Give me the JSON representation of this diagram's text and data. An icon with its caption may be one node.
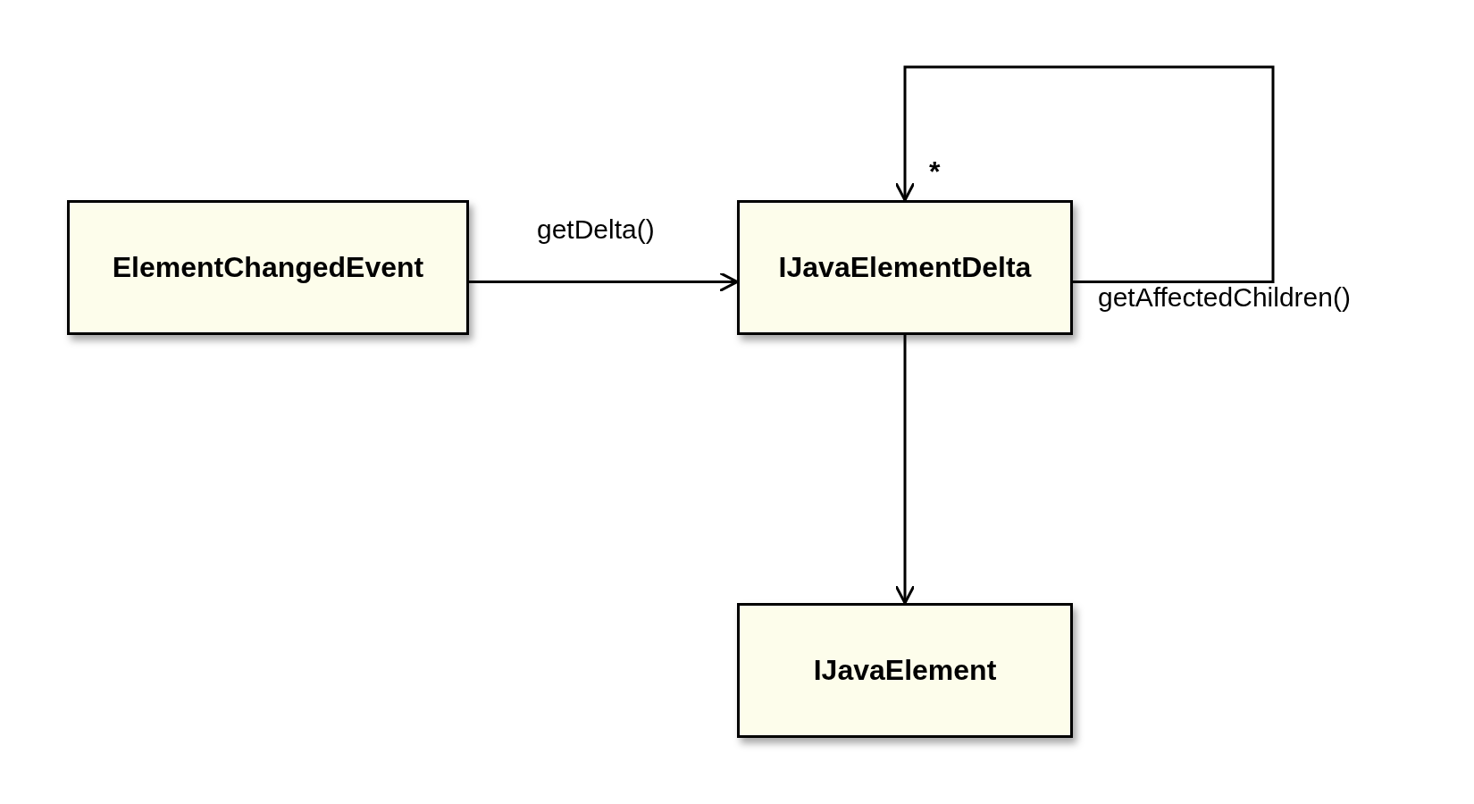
{
  "diagram": {
    "nodes": [
      {
        "text": [
          "ElementChangedEvent"
        ]
      },
      {
        "text": [
          "IJavaElementDelta"
        ]
      },
      {
        "text": [
          "IJavaElement"
        ]
      }
    ],
    "edges": [
      {
        "from": 0,
        "to": 1,
        "arrow": "to",
        "label": "getDelta()"
      },
      {
        "from": 1,
        "to": 1,
        "arrow": "to",
        "label": "getAffectedChildren()"
      },
      {
        "from": 1,
        "to": 2,
        "arrow": "to"
      }
    ],
    "labels": [
      "*"
    ]
  }
}
